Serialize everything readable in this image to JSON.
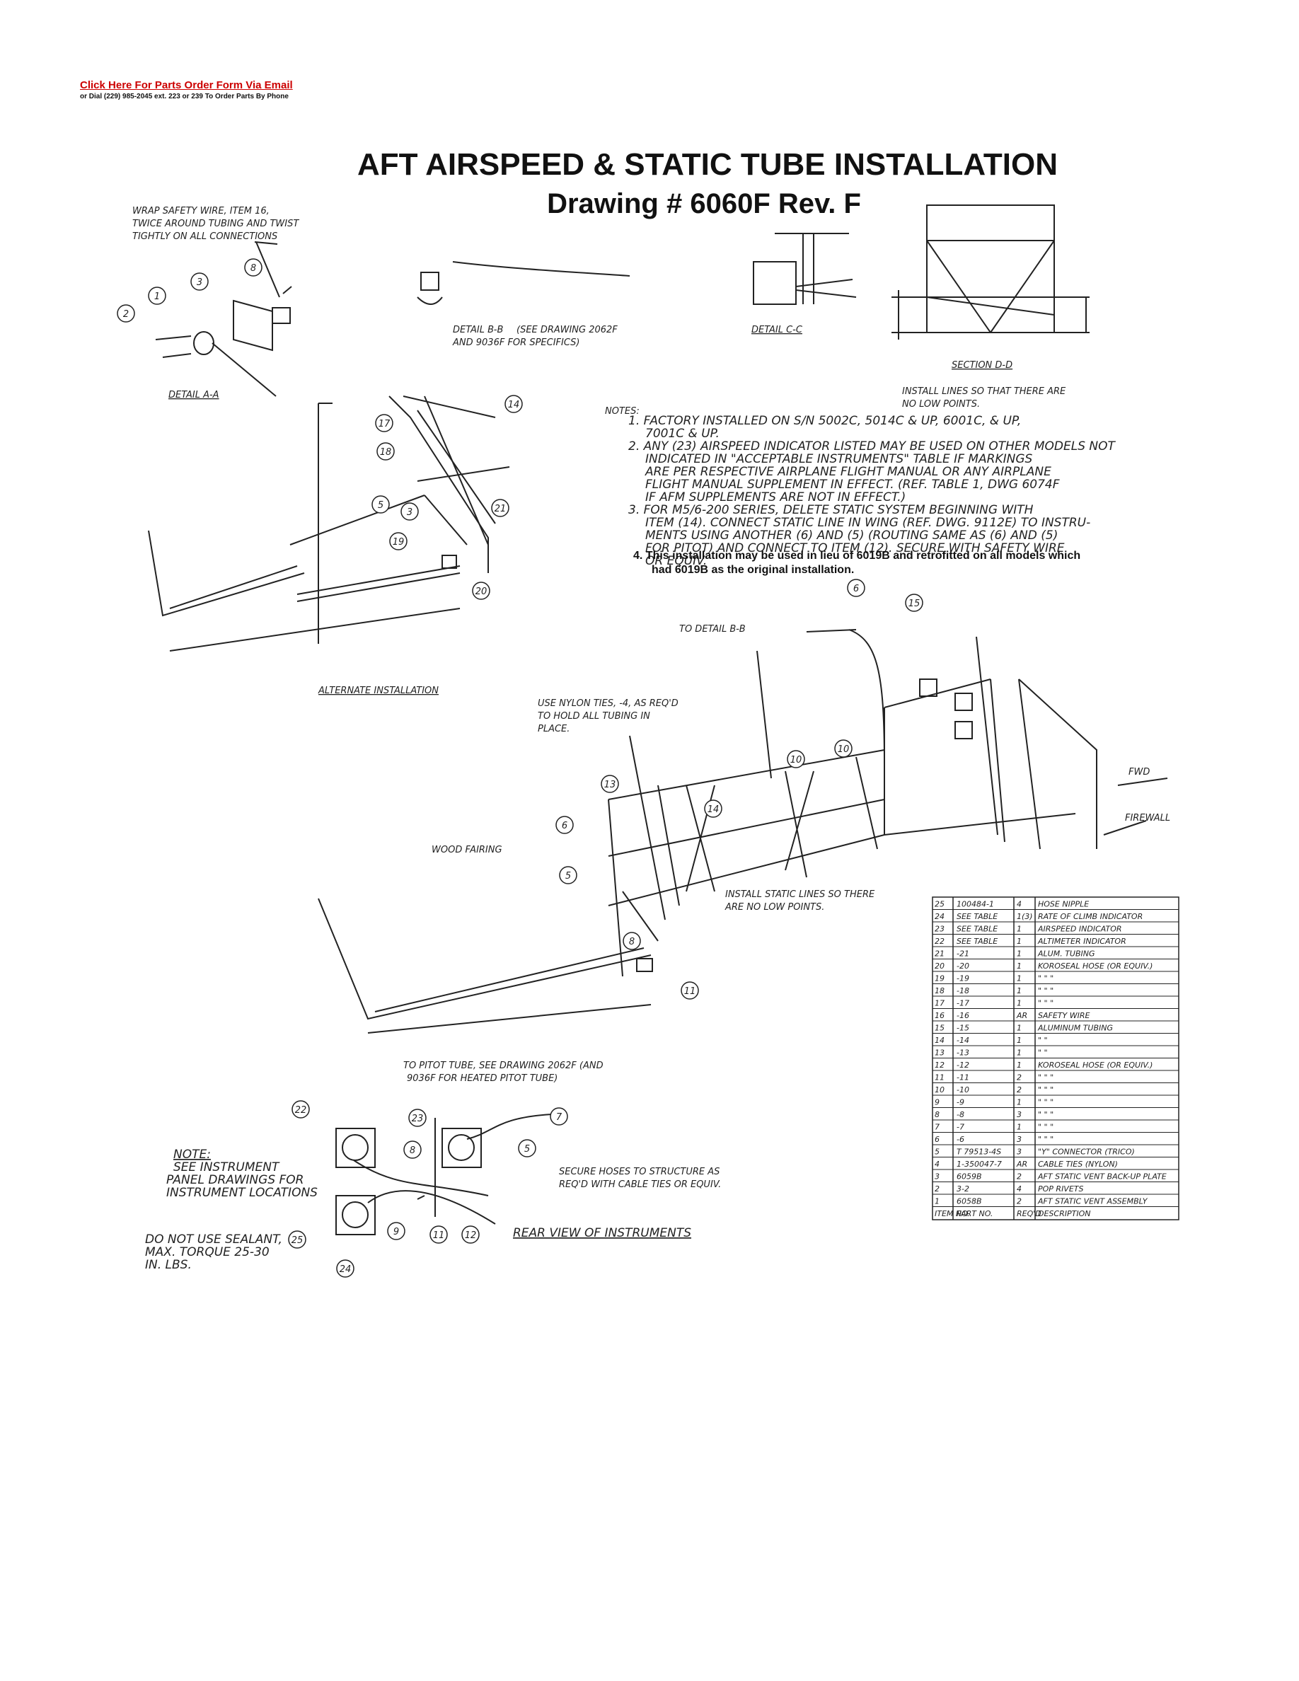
{
  "header": {
    "order_link": "Click Here For Parts Order Form Via Email",
    "phone_line": "or  Dial (229) 985-2045 ext. 223 or 239 To Order Parts By Phone"
  },
  "title": {
    "line1": "AFT AIRSPEED & STATIC TUBE INSTALLATION",
    "line2": "Drawing # 6060F Rev. F"
  },
  "detail_a": {
    "note_l1": "WRAP SAFETY WIRE, ITEM 16,",
    "note_l2": "TWICE AROUND TUBING AND TWIST",
    "note_l3": "TIGHTLY ON ALL CONNECTIONS",
    "label": "DETAIL A-A"
  },
  "detail_b": {
    "label": "DETAIL B-B",
    "ref_l1": "(SEE DRAWING 2062F",
    "ref_l2": "AND 9036F FOR SPECIFICS)"
  },
  "detail_c": {
    "label": "DETAIL C-C"
  },
  "section_d": {
    "label": "SECTION D-D",
    "note_l1": "INSTALL LINES SO THAT THERE ARE",
    "note_l2": "NO LOW POINTS."
  },
  "notes": {
    "heading": "NOTES:",
    "n1_l1": "1. FACTORY INSTALLED ON S/N 5002C, 5014C & UP, 6001C, & UP,",
    "n1_l2": "7001C & UP.",
    "n2_l1": "2. ANY (23) AIRSPEED INDICATOR LISTED MAY BE USED ON OTHER MODELS NOT",
    "n2_l2": "INDICATED IN \"ACCEPTABLE INSTRUMENTS\" TABLE IF MARKINGS",
    "n2_l3": "ARE PER RESPECTIVE AIRPLANE FLIGHT MANUAL OR ANY AIRPLANE",
    "n2_l4": "FLIGHT MANUAL SUPPLEMENT IN EFFECT.  (REF. TABLE 1, DWG 6074F",
    "n2_l5": "IF AFM SUPPLEMENTS ARE NOT IN EFFECT.)",
    "n3_l1": "3. FOR M5/6-200 SERIES, DELETE STATIC SYSTEM BEGINNING WITH",
    "n3_l2": "ITEM (14).  CONNECT STATIC LINE IN WING (REF. DWG. 9112E) TO INSTRU-",
    "n3_l3": "MENTS USING ANOTHER (6) AND (5) (ROUTING SAME AS (6) AND (5)",
    "n3_l4": "FOR PITOT) AND CONNECT TO ITEM (12).  SECURE WITH SAFETY WIRE",
    "n3_l5": "OR EQUIV.",
    "n4_l1": "4.  This installation may be used in lieu of 6019B and retrofitted on all models which",
    "n4_l2": "had 6019B as the original installation."
  },
  "alternate": {
    "label": "ALTERNATE INSTALLATION"
  },
  "main": {
    "to_detail_b": "TO DETAIL B-B",
    "nylon_l1": "USE NYLON TIES, -4, AS REQ'D",
    "nylon_l2": "TO HOLD ALL TUBING IN",
    "nylon_l3": "PLACE.",
    "wood_fairing": "WOOD FAIRING",
    "install_l1": "INSTALL STATIC LINES SO THERE",
    "install_l2": "ARE NO LOW POINTS.",
    "fwd": "FWD",
    "firewall": "FIREWALL",
    "to_pitot_l1": "TO PITOT TUBE, SEE DRAWING 2062F (AND",
    "to_pitot_l2": "9036F FOR HEATED PITOT TUBE)"
  },
  "rear_view": {
    "note_h": "NOTE:",
    "note_l1": "SEE INSTRUMENT",
    "note_l2": "PANEL DRAWINGS FOR",
    "note_l3": "INSTRUMENT LOCATIONS",
    "secure_l1": "SECURE HOSES TO STRUCTURE AS",
    "secure_l2": "REQ'D WITH CABLE TIES OR EQUIV.",
    "label": "REAR VIEW OF INSTRUMENTS",
    "sealant_l1": "DO NOT USE SEALANT,",
    "sealant_l2": "MAX. TORQUE 25-30",
    "sealant_l3": "IN. LBS."
  },
  "parts_table": {
    "rows": [
      {
        "item": "25",
        "part": "100484-1",
        "qty": "4",
        "desc": "HOSE NIPPLE"
      },
      {
        "item": "24",
        "part": "SEE TABLE",
        "qty": "1(3)",
        "desc": "RATE OF CLIMB INDICATOR"
      },
      {
        "item": "23",
        "part": "SEE TABLE",
        "qty": "1",
        "desc": "AIRSPEED INDICATOR"
      },
      {
        "item": "22",
        "part": "SEE TABLE",
        "qty": "1",
        "desc": "ALTIMETER INDICATOR"
      },
      {
        "item": "21",
        "part": "-21",
        "qty": "1",
        "desc": "ALUM. TUBING"
      },
      {
        "item": "20",
        "part": "-20",
        "qty": "1",
        "desc": "KOROSEAL HOSE   (OR EQUIV.)"
      },
      {
        "item": "19",
        "part": "-19",
        "qty": "1",
        "desc": "\"      \"      \""
      },
      {
        "item": "18",
        "part": "-18",
        "qty": "1",
        "desc": "\"      \"      \""
      },
      {
        "item": "17",
        "part": "-17",
        "qty": "1",
        "desc": "\"      \"      \""
      },
      {
        "item": "16",
        "part": "-16",
        "qty": "AR",
        "desc": "SAFETY WIRE"
      },
      {
        "item": "15",
        "part": "-15",
        "qty": "1",
        "desc": "ALUMINUM TUBING"
      },
      {
        "item": "14",
        "part": "-14",
        "qty": "1",
        "desc": "\"      \""
      },
      {
        "item": "13",
        "part": "-13",
        "qty": "1",
        "desc": "\"      \""
      },
      {
        "item": "12",
        "part": "-12",
        "qty": "1",
        "desc": "KOROSEAL HOSE   (OR EQUIV.)"
      },
      {
        "item": "11",
        "part": "-11",
        "qty": "2",
        "desc": "\"      \"      \""
      },
      {
        "item": "10",
        "part": "-10",
        "qty": "2",
        "desc": "\"      \"      \""
      },
      {
        "item": "9",
        "part": "-9",
        "qty": "1",
        "desc": "\"      \"      \""
      },
      {
        "item": "8",
        "part": "-8",
        "qty": "3",
        "desc": "\"      \"      \""
      },
      {
        "item": "7",
        "part": "-7",
        "qty": "1",
        "desc": "\"      \"      \""
      },
      {
        "item": "6",
        "part": "-6",
        "qty": "3",
        "desc": "\"      \"      \""
      },
      {
        "item": "5",
        "part": "T 79513-4S",
        "qty": "3",
        "desc": "\"Y\" CONNECTOR   (TRICO)"
      },
      {
        "item": "4",
        "part": "1-350047-7",
        "qty": "AR",
        "desc": "CABLE TIES (NYLON)"
      },
      {
        "item": "3",
        "part": "6059B",
        "qty": "2",
        "desc": "AFT STATIC VENT BACK-UP PLATE"
      },
      {
        "item": "2",
        "part": "3-2",
        "qty": "4",
        "desc": "POP RIVETS"
      },
      {
        "item": "1",
        "part": "6058B",
        "qty": "2",
        "desc": "AFT STATIC VENT ASSEMBLY"
      }
    ],
    "header": {
      "item": "ITEM NO.",
      "part": "PART NO.",
      "qty": "REQ'D",
      "desc": "DESCRIPTION"
    }
  }
}
